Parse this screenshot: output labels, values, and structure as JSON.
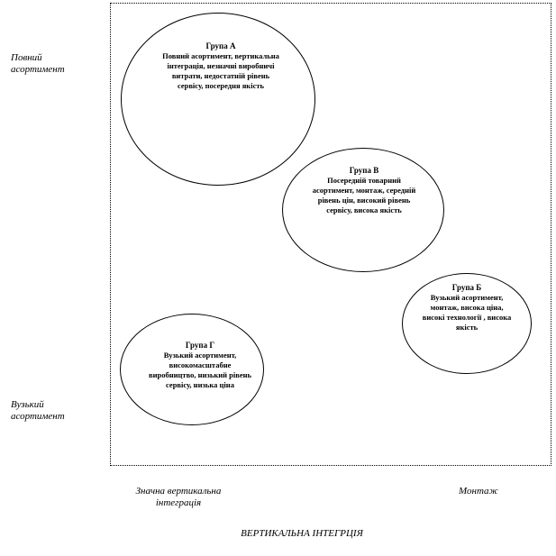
{
  "y_axis": {
    "top_label_line1": "Повний",
    "top_label_line2": "асортимент",
    "bottom_label_line1": "Вузький",
    "bottom_label_line2": "асортимент"
  },
  "x_axis": {
    "left_label_line1": "Значна вертикальна",
    "left_label_line2": "інтеграція",
    "right_label": "Монтаж",
    "title": "ВЕРТИКАЛЬНА ІНТЕГРЦІЯ"
  },
  "groups": {
    "a": {
      "title": "Група А",
      "text": "Повний асортимент, вертикальна інтеграція, незначні виробничі витрати, недостатній рівень сервісу, посередня якість"
    },
    "v": {
      "title": "Група В",
      "text": "Посередній товарний асортимент, монтаж, середній рівень цін, високий рівень сервісу, висока якість"
    },
    "b": {
      "title": "Група Б",
      "text": "Вузький асортимент, монтаж, висока ціна, високі технології , висока якість"
    },
    "g": {
      "title": "Група Г",
      "text": "Вузький асортимент, високомасштабне виробництво, низький рівень сервісу, низька ціна"
    }
  }
}
